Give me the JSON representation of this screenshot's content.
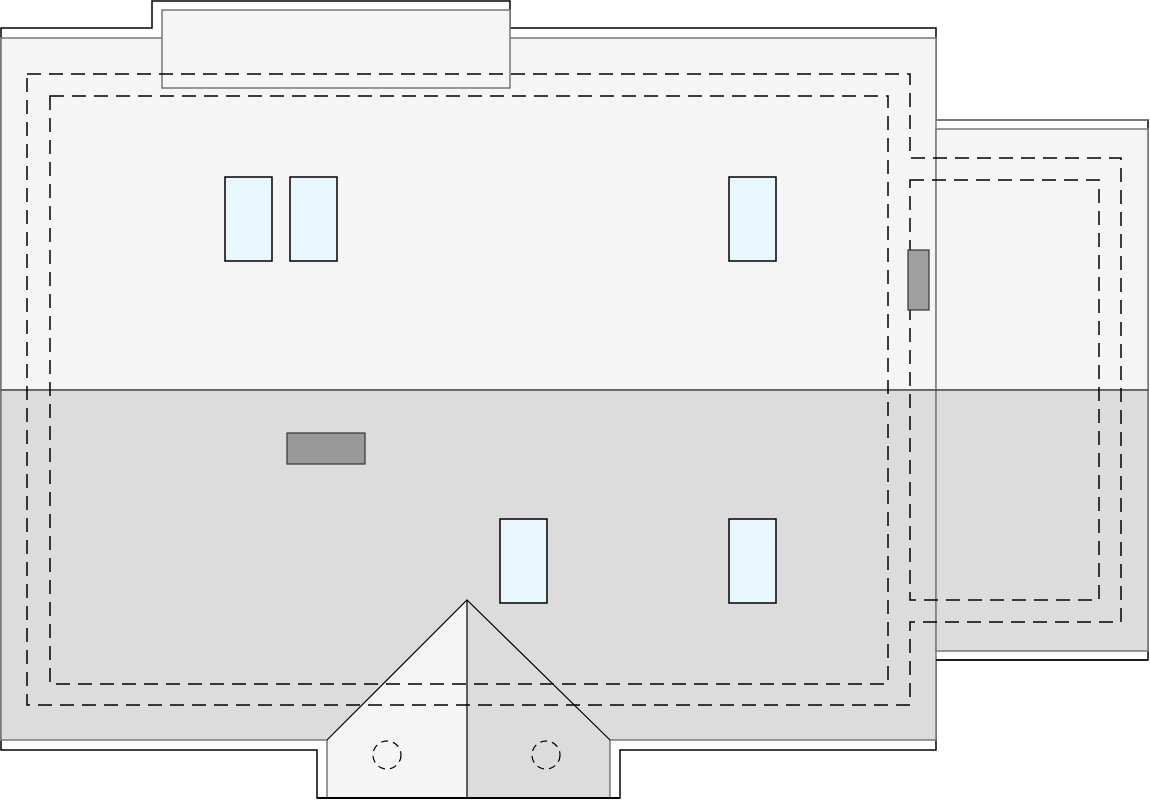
{
  "diagram": {
    "type": "roof-plan",
    "colors": {
      "roof_upper": "#f5f5f5",
      "roof_lower": "#dcdcdc",
      "skylight": "#e8f6fd",
      "chimney": "#a0a0a0",
      "outline": "#000000",
      "eave": "#777777"
    },
    "skylight_count": 5,
    "chimney_count": 2
  }
}
